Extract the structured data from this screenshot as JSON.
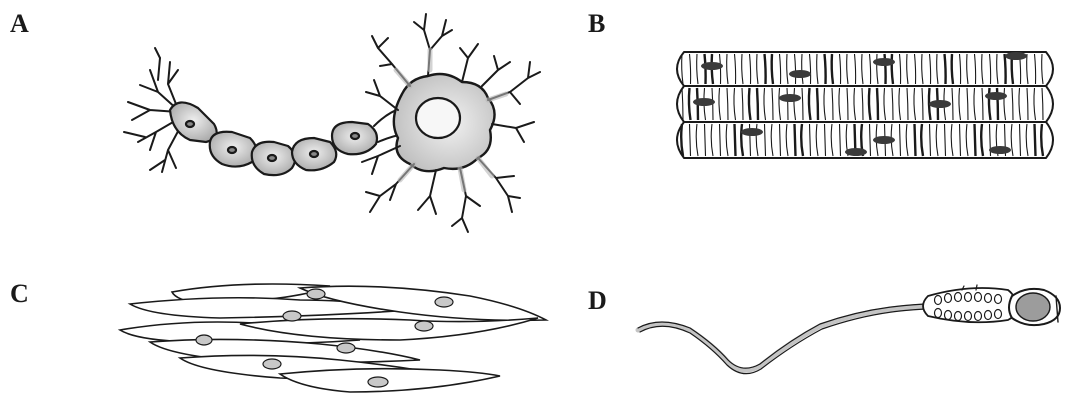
{
  "panels": [
    {
      "key": "a",
      "label": "A",
      "icon": "neuron-icon"
    },
    {
      "key": "b",
      "label": "B",
      "icon": "striated-muscle-fibers-icon"
    },
    {
      "key": "c",
      "label": "C",
      "icon": "smooth-muscle-cells-icon"
    },
    {
      "key": "d",
      "label": "D",
      "icon": "sperm-cell-icon"
    }
  ],
  "colors": {
    "ink": "#1a1a1a",
    "shade": "#b5b5b5",
    "light_shade": "#d6d6d6",
    "background": "#ffffff"
  }
}
